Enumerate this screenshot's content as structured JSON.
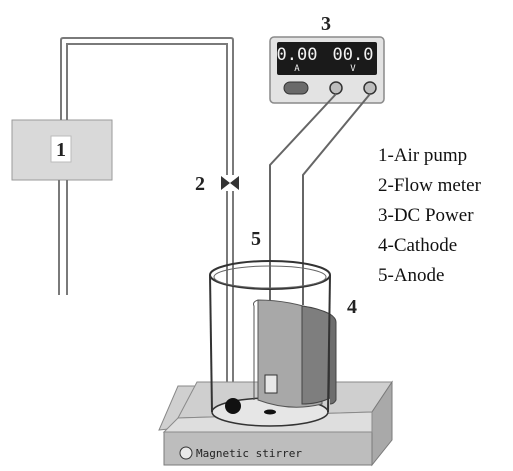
{
  "labels": {
    "pump_number": "1",
    "flow_meter_number": "2",
    "power_number": "3",
    "cathode_number": "4",
    "anode_number": "5"
  },
  "power_supply": {
    "current_display": "0.00",
    "voltage_display": "00.0",
    "current_unit": "A",
    "voltage_unit": "V"
  },
  "stirrer_label": "Magnetic stirrer",
  "legend": [
    "1-Air pump",
    "2-Flow meter",
    "3-DC Power",
    "4-Cathode",
    "5-Anode"
  ],
  "colors": {
    "tube": "#7a7a7a",
    "pump_box": "#d9d9d9",
    "cathode": "#9a9a9a",
    "display_bg": "#1a1a1a"
  }
}
